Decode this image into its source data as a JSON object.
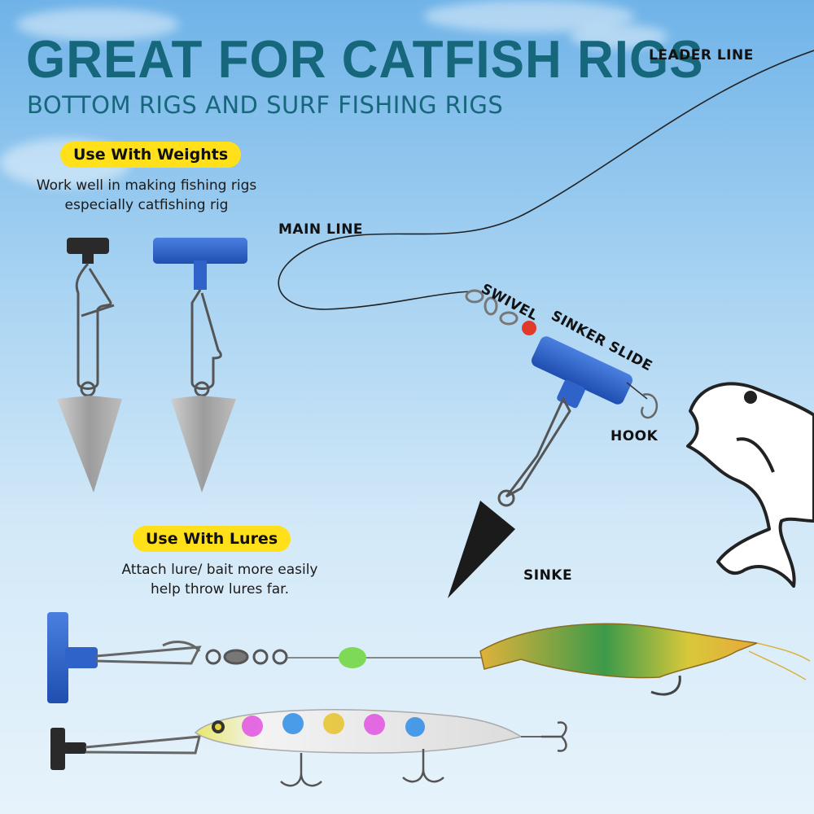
{
  "header": {
    "title": "GREAT FOR CATFISH RIGS",
    "subtitle": "BOTTOM RIGS AND SURF FISHING RIGS"
  },
  "weights_section": {
    "badge": "Use With Weights",
    "description_line1": "Work well in making fishing rigs",
    "description_line2": "especially catfishing rig"
  },
  "lures_section": {
    "badge": "Use With Lures",
    "description_line1": "Attach lure/ bait more easily",
    "description_line2": "help throw lures far."
  },
  "rig_labels": {
    "leader_line": "LEADER LINE",
    "main_line": "MAIN LINE",
    "swivel": "SWIVEL",
    "sinker_slide": "SINKER SLIDE",
    "hook": "HOOK",
    "sinker": "SINKE"
  },
  "colors": {
    "title": "#17677c",
    "badge": "#ffe01a",
    "slide_blue": "#2f63c9",
    "slide_black": "#222222",
    "lead_gray": "#a9a9a9",
    "bead_red": "#e23a2a",
    "bead_green": "#7ed957",
    "shrimp_green": "#3c9a4a",
    "shrimp_yellow": "#e8d23a"
  },
  "icons": [
    "bass-fish-icon",
    "pyramid-sinker-icon",
    "sinker-slide-icon",
    "snap-clip-icon",
    "treble-hook-icon",
    "swivel-icon",
    "shrimp-lure-icon",
    "minnow-lure-icon"
  ]
}
